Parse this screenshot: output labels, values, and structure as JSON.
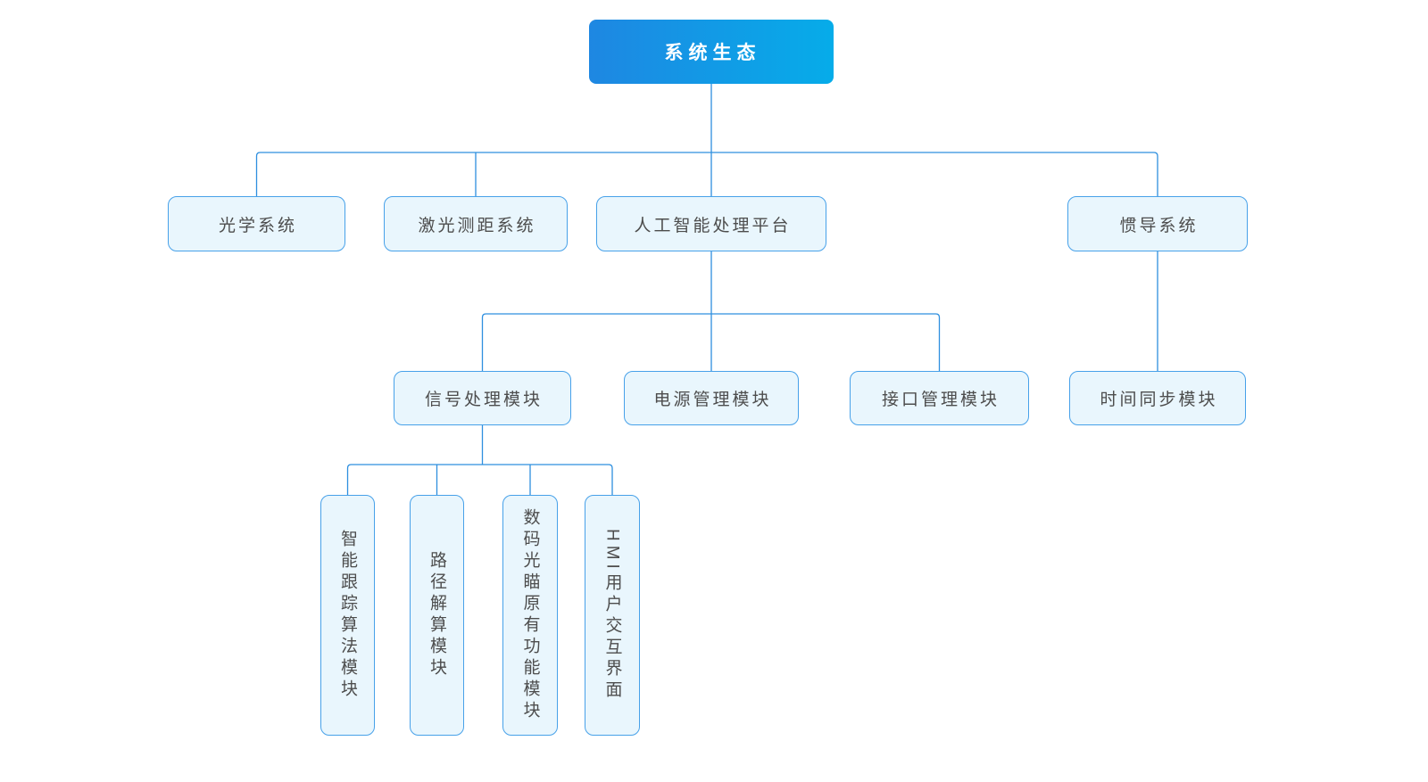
{
  "diagram": {
    "title": "系统生态",
    "root": {
      "id": "root",
      "label": "系统生态",
      "children": [
        {
          "id": "optical",
          "label": "光学系统",
          "children": []
        },
        {
          "id": "laser",
          "label": "激光测距系统",
          "children": []
        },
        {
          "id": "ai",
          "label": "人工智能处理平台",
          "children": [
            {
              "id": "signal",
              "label": "信号处理模块",
              "children": [
                {
                  "id": "tracking",
                  "label": "智能跟踪算法模块",
                  "children": []
                },
                {
                  "id": "path",
                  "label": "路径解算模块",
                  "children": []
                },
                {
                  "id": "digital",
                  "label": "数码光瞄原有功能模块",
                  "children": []
                },
                {
                  "id": "hmi",
                  "label": "HMI用户交互界面",
                  "children": []
                }
              ]
            },
            {
              "id": "power",
              "label": "电源管理模块",
              "children": []
            },
            {
              "id": "interface",
              "label": "接口管理模块",
              "children": []
            }
          ]
        },
        {
          "id": "inertial",
          "label": "惯导系统",
          "children": [
            {
              "id": "timesync",
              "label": "时间同步模块",
              "children": []
            }
          ]
        }
      ]
    },
    "colors": {
      "root_gradient_start": "#1e87e2",
      "root_gradient_end": "#06ace9",
      "root_text": "#ffffff",
      "node_fill": "#e9f6fd",
      "node_border": "#47a1e9",
      "node_text": "#4d4d4d",
      "connector": "#2e8fdf"
    }
  }
}
